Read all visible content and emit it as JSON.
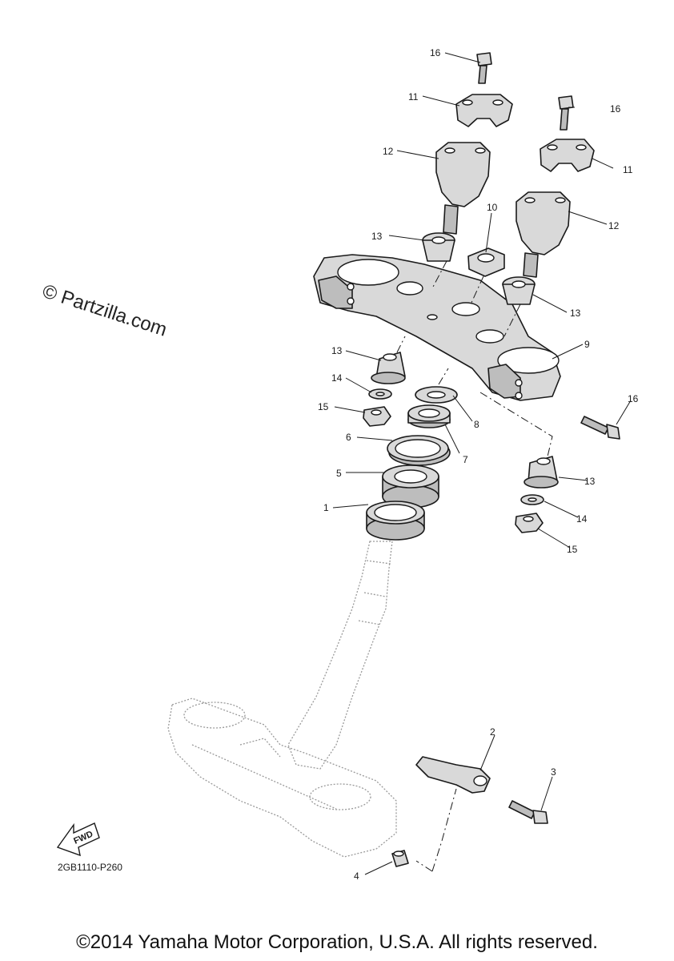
{
  "watermark": "© Partzilla.com",
  "figure_code": "2GB1110-P260",
  "copyright": "©2014 Yamaha Motor Corporation, U.S.A. All rights reserved.",
  "fwd_label": "FWD",
  "callouts": {
    "c1": "1",
    "c2": "2",
    "c3": "3",
    "c4": "4",
    "c5": "5",
    "c6": "6",
    "c7": "7",
    "c8": "8",
    "c9": "9",
    "c10": "10",
    "c11a": "11",
    "c11b": "11",
    "c12a": "12",
    "c12b": "12",
    "c13a": "13",
    "c13b": "13",
    "c13c": "13",
    "c13d": "13",
    "c14a": "14",
    "c14b": "14",
    "c15a": "15",
    "c15b": "15",
    "c16a": "16",
    "c16b": "16",
    "c16c": "16"
  }
}
